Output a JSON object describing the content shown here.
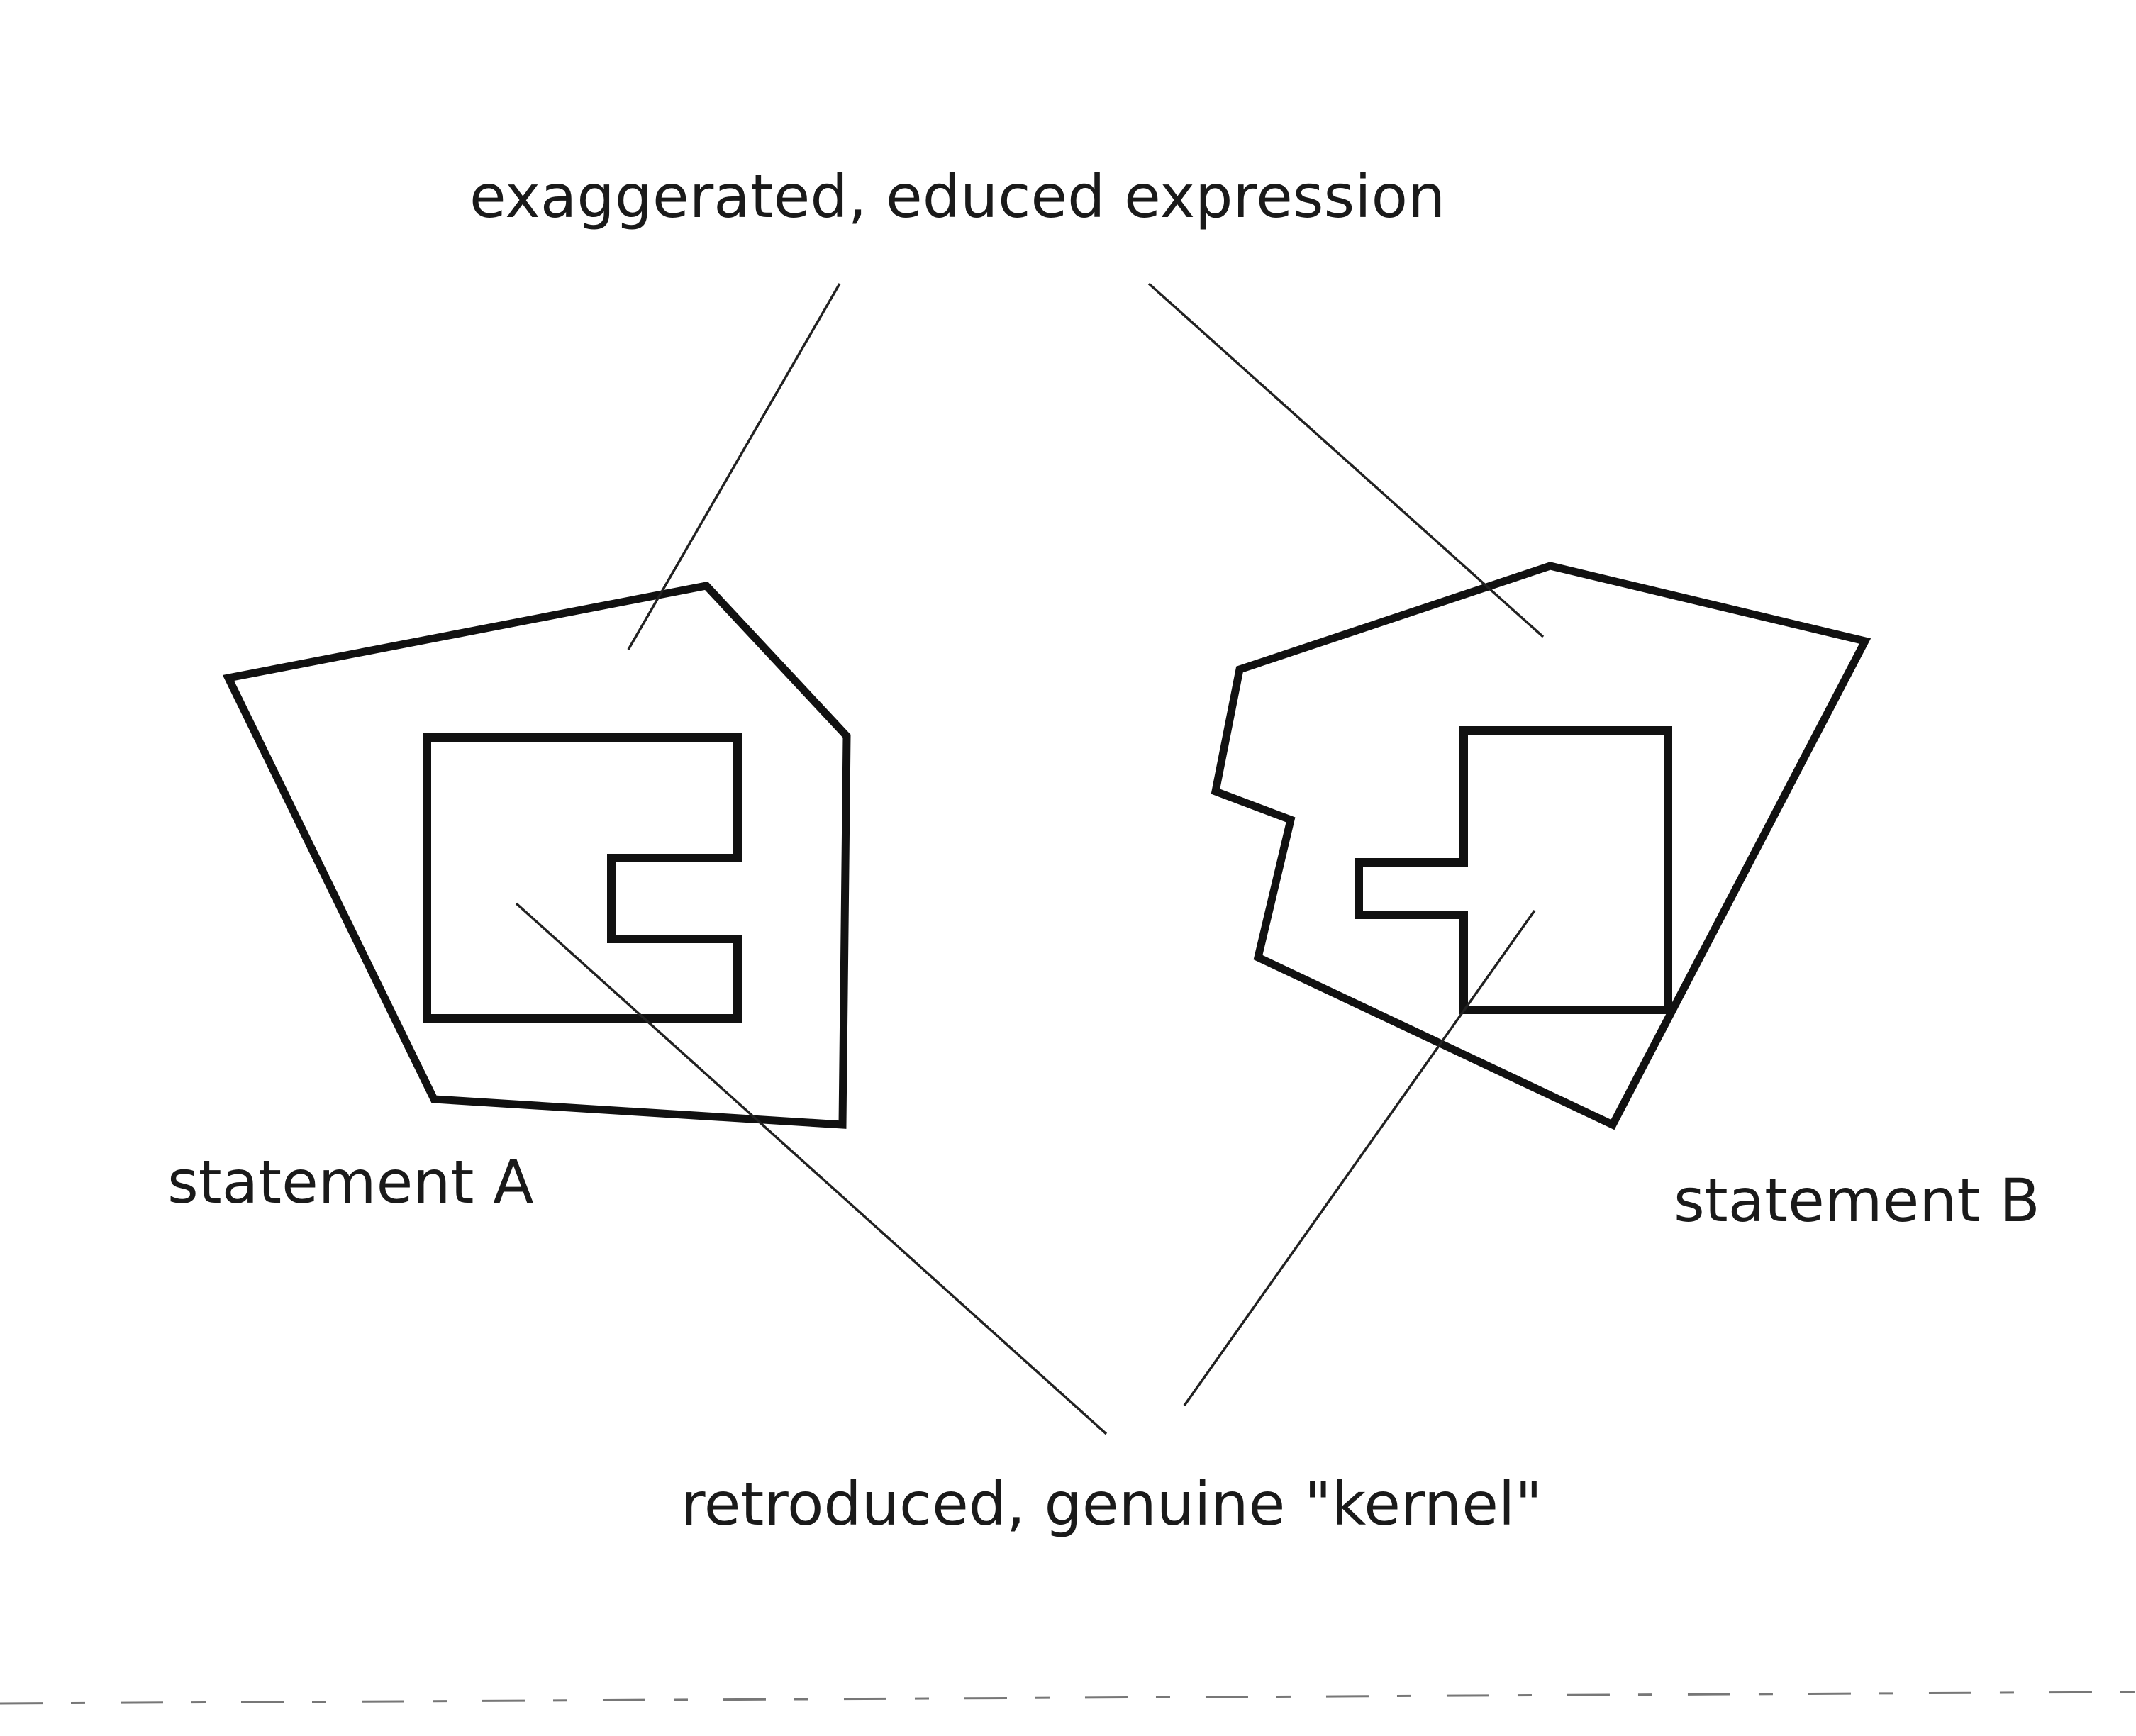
{
  "labels": {
    "top": "exaggerated, educed expression",
    "bottom": "retroduced, genuine \"kernel\"",
    "statement_a": "statement A",
    "statement_b": "statement B"
  },
  "colors": {
    "stroke": "#111111",
    "background": "#ffffff"
  }
}
